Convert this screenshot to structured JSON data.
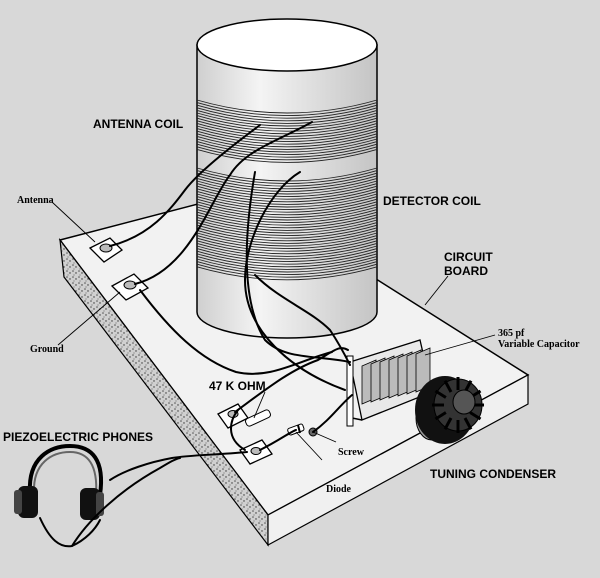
{
  "labels": {
    "antenna_coil": "ANTENNA COIL",
    "detector_coil": "DETECTOR COIL",
    "circuit_board_line1": "CIRCUIT",
    "circuit_board_line2": "BOARD",
    "antenna": "Antenna",
    "ground": "Ground",
    "capacitor_line1": "365 pf",
    "capacitor_line2": "Variable Capacitor",
    "resistor": "47 K OHM",
    "piezo_phones": "PIEZOELECTRIC PHONES",
    "screw": "Screw",
    "diode": "Diode",
    "tuning_condenser": "TUNING CONDENSER"
  },
  "colors": {
    "background": "#d8d8d8",
    "board": "#f2f2f2",
    "coil_form": "#e6e6e6",
    "ink": "#000000"
  }
}
